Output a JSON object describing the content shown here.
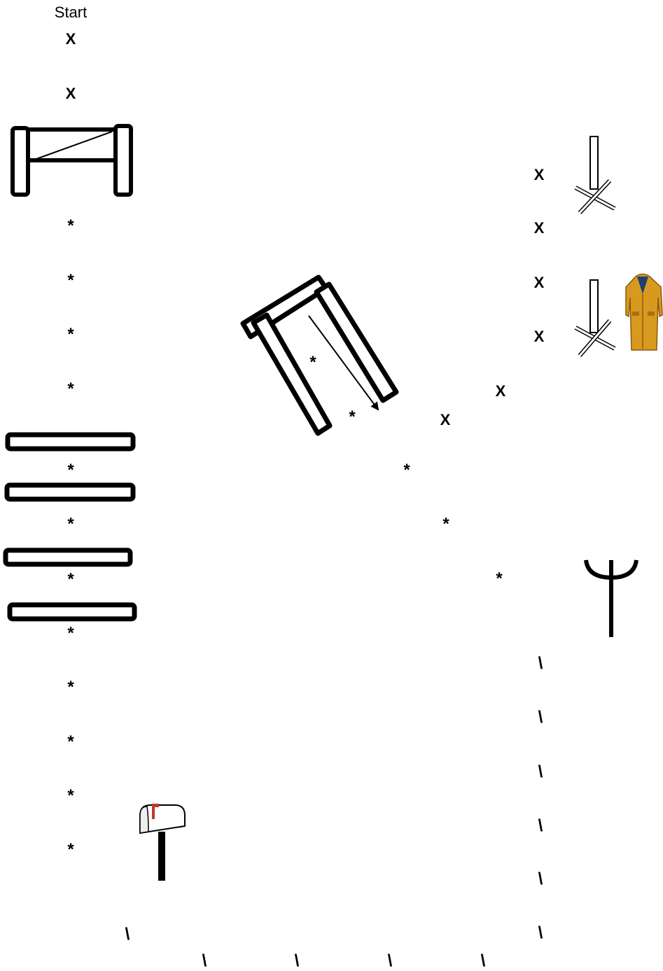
{
  "start_label": "Start",
  "x_symbol": "X",
  "star_symbol": "*",
  "backslash_symbol": "\\",
  "colors": {
    "stroke": "#000000",
    "coat": "#d89a1e",
    "coat_shadow": "#a96f10",
    "coat_collar": "#1f3f73",
    "mailbox_flag": "#c0392b"
  },
  "icons": [
    "fence-gate",
    "wing-stand",
    "coat",
    "hitching-post",
    "mailbox",
    "ground-poles",
    "chute"
  ]
}
